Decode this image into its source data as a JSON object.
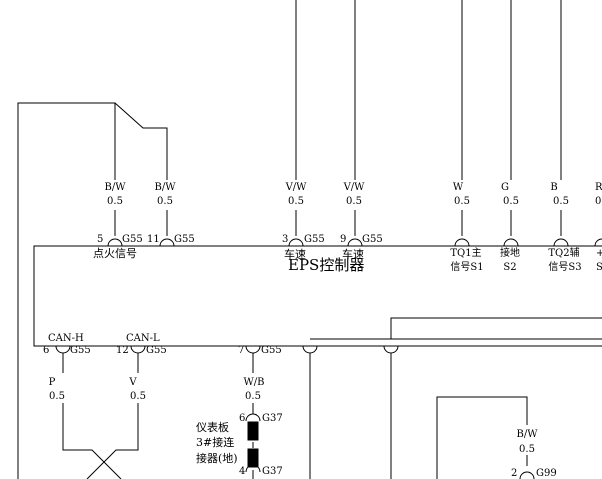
{
  "controller": {
    "title": "EPS控制器"
  },
  "top_pins": [
    {
      "wire_color": "B/W",
      "gauge": "0.5",
      "pin_number": "5",
      "connector": "G55",
      "label": ""
    },
    {
      "wire_color": "B/W",
      "gauge": "0.5",
      "pin_number": "11",
      "connector": "G55",
      "label": ""
    },
    {
      "wire_color": "V/W",
      "gauge": "0.5",
      "pin_number": "3",
      "connector": "G55",
      "label": "车速"
    },
    {
      "wire_color": "V/W",
      "gauge": "0.5",
      "pin_number": "9",
      "connector": "G55",
      "label": "车速"
    },
    {
      "wire_color": "W",
      "gauge": "0.5",
      "label_line1": "TQ1主",
      "label_line2": "信号S1"
    },
    {
      "wire_color": "G",
      "gauge": "0.5",
      "label_line1": "接地",
      "label_line2": "S2"
    },
    {
      "wire_color": "B",
      "gauge": "0.5",
      "label_line1": "TQ2辅",
      "label_line2": "信号S3"
    },
    {
      "wire_color": "R",
      "gauge": "0",
      "label_line1": "+",
      "label_line2": "S"
    }
  ],
  "ignition_label": "点火信号",
  "bottom_pins": [
    {
      "pin_number": "6",
      "connector": "G55",
      "signal": "CAN-H",
      "wire_color": "P",
      "gauge": "0.5"
    },
    {
      "pin_number": "12",
      "connector": "G55",
      "signal": "CAN-L",
      "wire_color": "V",
      "gauge": "0.5"
    },
    {
      "pin_number": "7",
      "connector": "G55",
      "wire_color": "W/B",
      "gauge": "0.5"
    }
  ],
  "ground_connector": {
    "label_lines": [
      "仪表板",
      "3#接连",
      "接器(地)"
    ],
    "upper_pin": "6",
    "upper_connector": "G37",
    "lower_pin": "4",
    "lower_connector": "G37"
  },
  "right_pin": {
    "wire_color": "B/W",
    "gauge": "0.5",
    "pin_number": "2",
    "connector": "G99"
  }
}
